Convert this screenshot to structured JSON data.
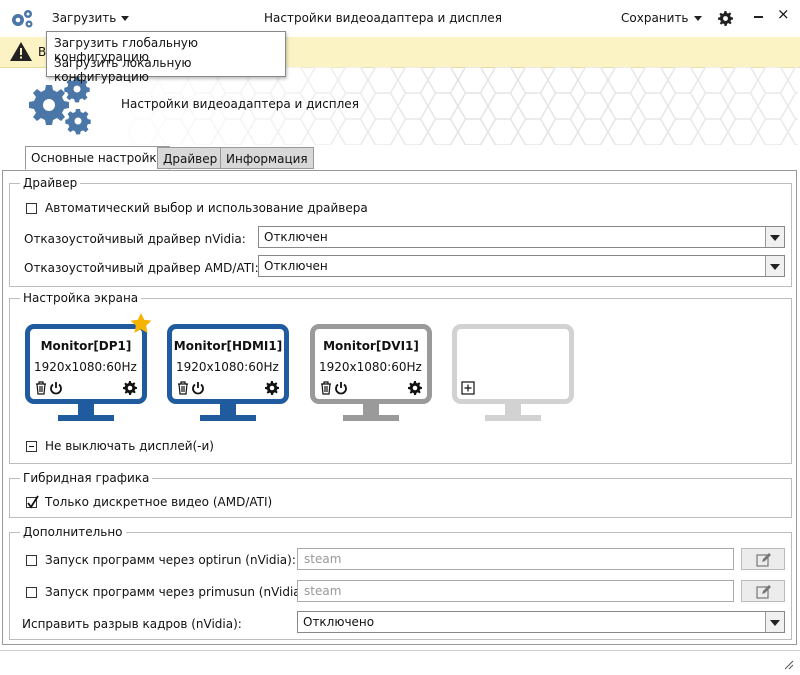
{
  "titlebar": {
    "load_label": "Загрузить",
    "title": "Настройки видеоадаптера и дисплея",
    "save_label": "Сохранить"
  },
  "warning": {
    "text_visible": "В"
  },
  "load_menu": {
    "items": [
      "Загрузить глобальную конфигурацию",
      "Загрузить локальную конфигурацию"
    ]
  },
  "header": {
    "title": "Настройки видеоадаптера и дисплея"
  },
  "tabs": [
    {
      "label": "Основные настройки",
      "active": true
    },
    {
      "label": "Драйвер",
      "active": false
    },
    {
      "label": "Информация",
      "active": false
    }
  ],
  "driver_group": {
    "title": "Драйвер",
    "auto_label": "Автоматический выбор и использование драйвера",
    "auto_checked": false,
    "nvidia_label": "Отказоустойчивый драйвер nVidia:",
    "nvidia_value": "Отключен",
    "amd_label": "Отказоустойчивый драйвер AMD/ATI:",
    "amd_value": "Отключен"
  },
  "screen_group": {
    "title": "Настройка экрана",
    "monitors": [
      {
        "name": "Monitor[DP1]",
        "resolution": "1920x1080:60Hz",
        "color": "#1f5b9e",
        "primary": true
      },
      {
        "name": "Monitor[HDMI1]",
        "resolution": "1920x1080:60Hz",
        "color": "#1f5b9e",
        "primary": false
      },
      {
        "name": "Monitor[DVI1]",
        "resolution": "1920x1080:60Hz",
        "color": "#9a9a9a",
        "primary": false
      }
    ],
    "keep_on_label": "Не выключать дисплей(-и)",
    "keep_on_state": "partial"
  },
  "hybrid_group": {
    "title": "Гибридная графика",
    "discrete_label": "Только дискретное видео (AMD/ATI)",
    "discrete_checked": true
  },
  "extra_group": {
    "title": "Дополнительно",
    "optirun_label": "Запуск программ через optirun (nVidia):",
    "optirun_placeholder": "steam",
    "primusrun_label": "Запуск программ через primusun (nVidia):",
    "primusrun_placeholder": "steam",
    "tearing_label": "Исправить разрыв кадров (nVidia):",
    "tearing_value": "Отключено"
  },
  "colors": {
    "accent": "#1f5b9e",
    "warning_bg": "#fbf3c4",
    "star": "#f5b400",
    "disabled": "#c8c8c8"
  }
}
